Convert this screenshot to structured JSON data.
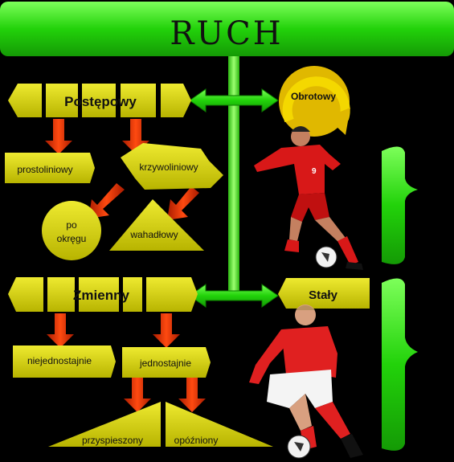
{
  "title": "RUCH",
  "nodes": {
    "postepowy": "Postępowy",
    "obrotowy": "Obrotowy",
    "prostoliniowy": "prostoliniowy",
    "krzywoliniowy": "krzywoliniowy",
    "po_okregu_line1": "po",
    "po_okregu_line2": "okręgu",
    "wahadlowy": "wahadłowy",
    "zmienny": "Zmienny",
    "staly": "Stały",
    "niejednostajnie": "niejednostajnie",
    "jednostajnie": "jednostajnie",
    "przyspieszony": "przyspieszony",
    "opozniony": "opóźniony"
  },
  "images": {
    "player_top": "footballer-red-kit-icon",
    "player_bottom": "footballer-white-shorts-icon"
  },
  "colors": {
    "green": "#22d20a",
    "yellow": "#d6d200",
    "red_arrow": "#d23a06"
  }
}
